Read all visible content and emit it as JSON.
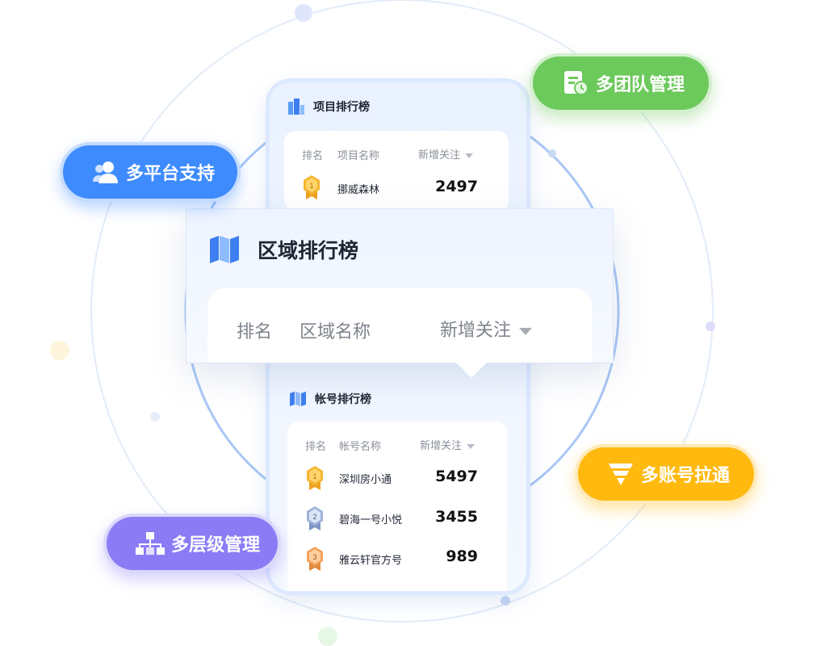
{
  "project_board": {
    "title": "项目排行榜",
    "col_rank": "排名",
    "col_name": "项目名称",
    "col_metric": "新增关注",
    "rows": [
      {
        "rank": "1",
        "name": "挪威森林",
        "value": "2497"
      }
    ]
  },
  "region_board": {
    "title": "区域排行榜",
    "col_rank": "排名",
    "col_name": "区域名称",
    "col_metric": "新增关注"
  },
  "account_board": {
    "title": "帐号排行榜",
    "col_rank": "排名",
    "col_name": "帐号名称",
    "col_metric": "新增关注",
    "rows": [
      {
        "rank": "1",
        "name": "深圳房小通",
        "value": "5497"
      },
      {
        "rank": "2",
        "name": "碧海一号小悦",
        "value": "3455"
      },
      {
        "rank": "3",
        "name": "雅云轩官方号",
        "value": "989"
      }
    ]
  },
  "features": {
    "multi_platform": "多平台支持",
    "multi_team": "多团队管理",
    "multi_account": "多账号拉通",
    "multi_level": "多层级管理"
  },
  "colors": {
    "blue": "#3d8bfd",
    "green": "#6cc95b",
    "yellow": "#ffb90f",
    "purple": "#8b7cf6",
    "medal_gold": "#f5b533",
    "medal_silver": "#9fb3d8",
    "medal_bronze": "#f0a35c"
  }
}
